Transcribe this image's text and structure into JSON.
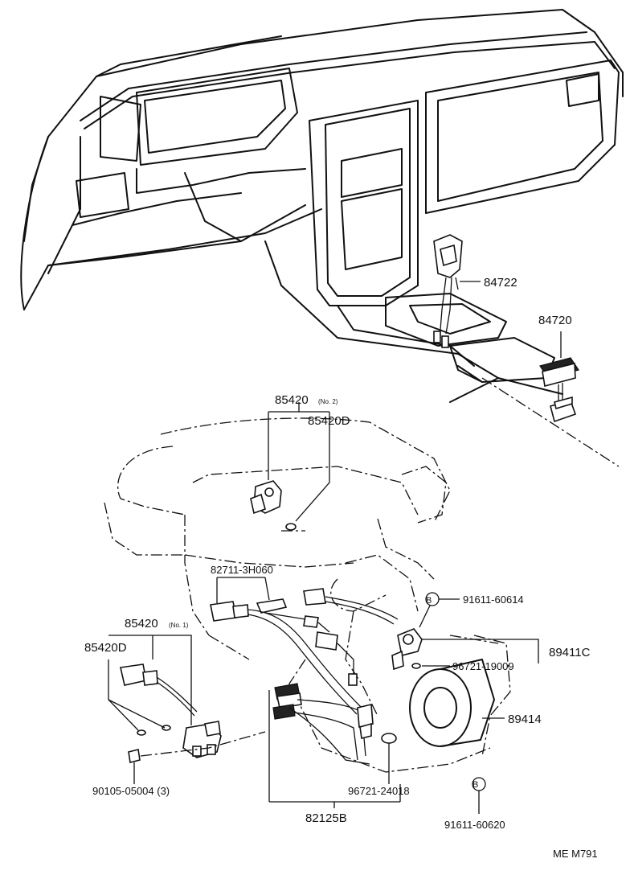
{
  "diagram": {
    "code": "ME M791",
    "parts": {
      "p84722": "84722",
      "p84720": "84720",
      "p85420_no2": "85420",
      "p85420_no2_sub": "(No. 2)",
      "p85420D_top": "85420D",
      "p82711": "82711-3H060",
      "p85420_no1": "85420",
      "p85420_no1_sub": "(No. 1)",
      "p85420D_left": "85420D",
      "p90105": "90105-05004 (3)",
      "p91611_a": "91611-60614",
      "p91611_a_mark": "B",
      "p89411C": "89411C",
      "p96721_19009": "96721-19009",
      "p89414": "89414",
      "p96721_24018": "96721-24018",
      "p82125B": "82125B",
      "p91611_b": "91611-60620",
      "p91611_b_mark": "B"
    }
  }
}
